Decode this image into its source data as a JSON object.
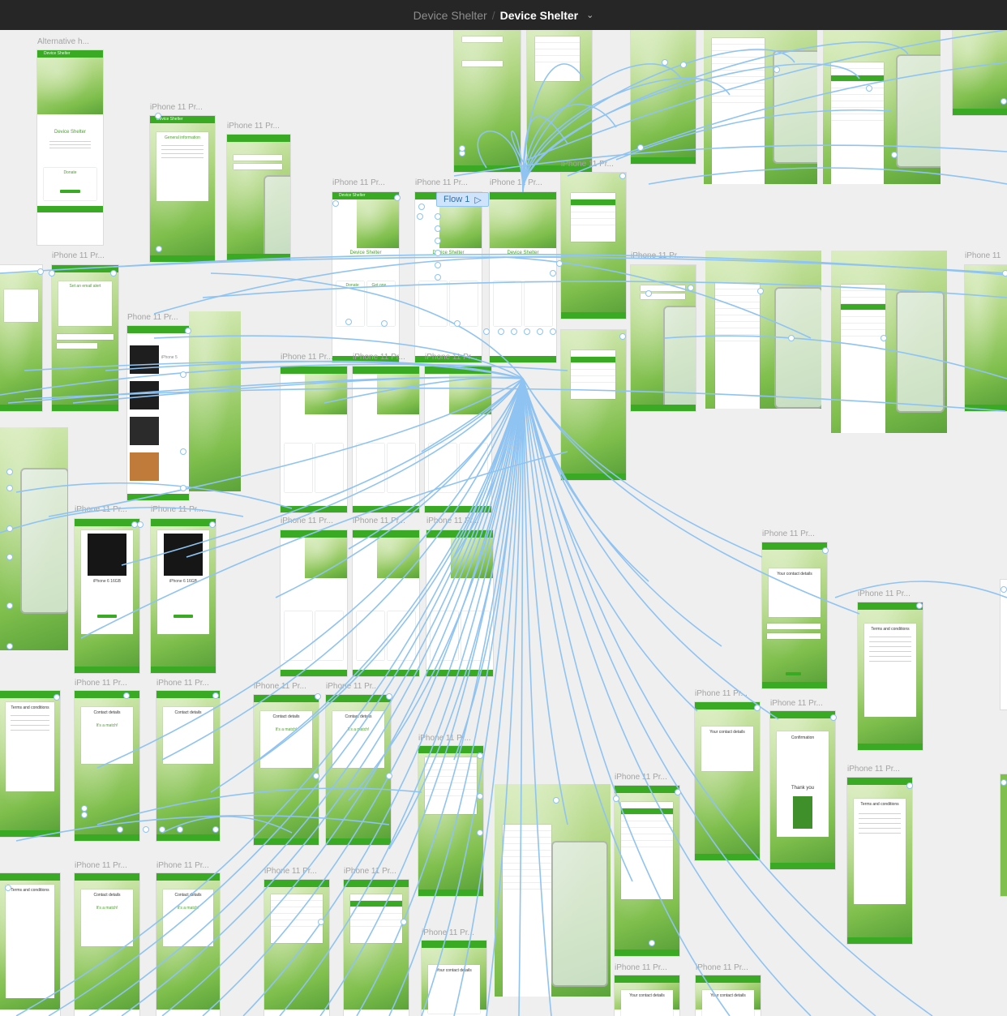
{
  "header": {
    "project": "Device Shelter",
    "document": "Device Shelter",
    "separator": "/",
    "dropdown_icon": "chevron-down-icon"
  },
  "flow_chip": {
    "label": "Flow 1",
    "icon": "play-icon"
  },
  "artboard_labels": {
    "alt": "Alternative h...",
    "iphone": "iPhone 11 Pr...",
    "iphone_a": "iPhone 11 Pr...",
    "iphone_b": "iPhone 11 Pr...",
    "iphone_c": "iPhone 11 Pr...",
    "partial_1": "iPhone 11",
    "partial_2": "Phone 11 Pr...",
    "partial_3": "iPhone 11 Pr..."
  },
  "screen_text": {
    "app_bar": "Device Shelter",
    "home_title": "Device Shelter",
    "donate": "Donate",
    "get_one": "Get one",
    "general_info": "General information",
    "set_email": "Set an email alert",
    "contact_details": "Contact details",
    "its_a_match": "It's a match!",
    "your_contact": "Your contact details",
    "terms": "Terms and conditions",
    "thank_you": "Thank you",
    "confirmation": "Confirmation",
    "iphone6": "iPhone 6 16GB",
    "iphone5": "iPhone 5"
  },
  "colors": {
    "brand_green": "#3aaa25",
    "wire_blue": "#8fc3f2",
    "topbar": "#262626",
    "canvas": "#efefef"
  }
}
